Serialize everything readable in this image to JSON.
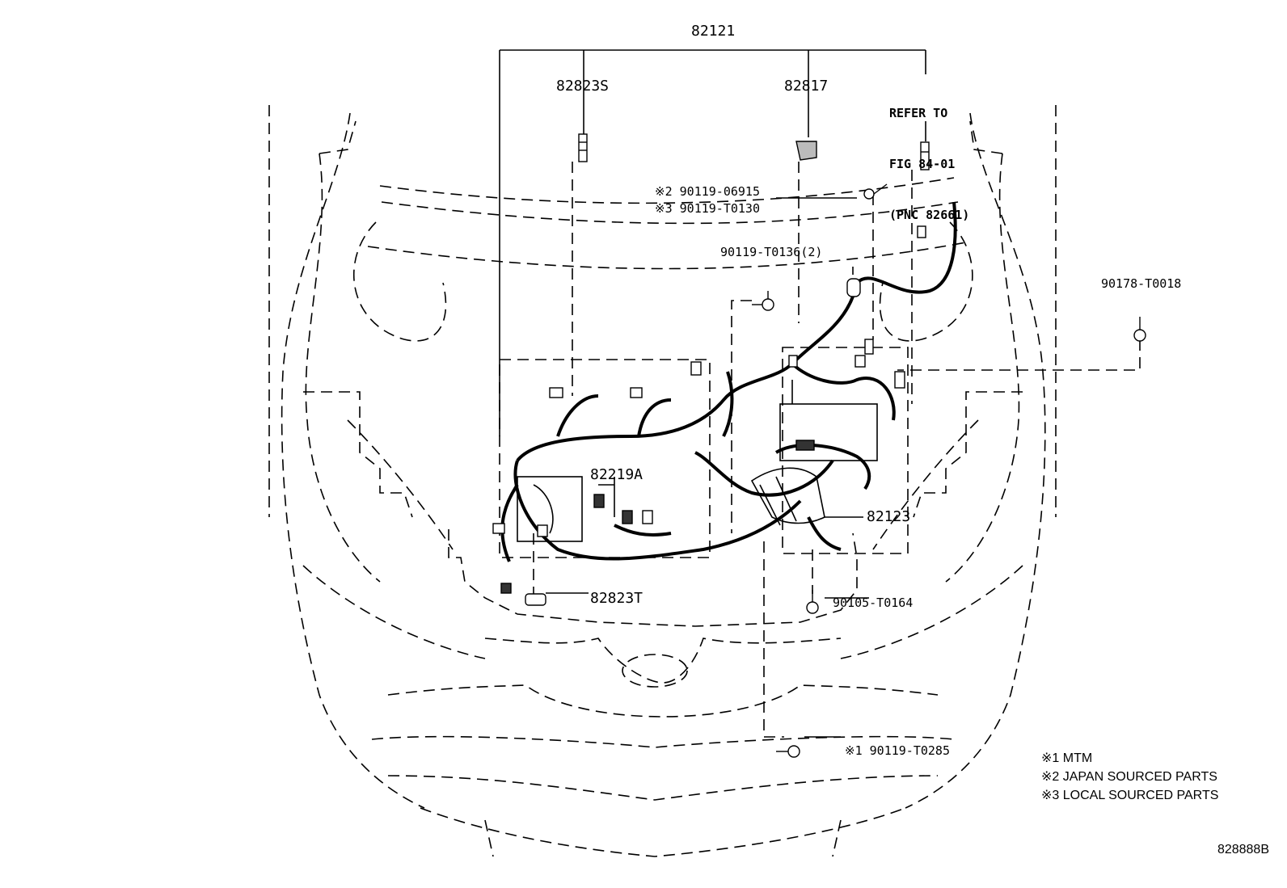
{
  "labels": {
    "harness_main": "82121",
    "clamp_s": "82823S",
    "clip_82817": "82817",
    "refer_line1": "REFER TO",
    "refer_line2": "FIG 84-01",
    "refer_line3": "(PNC 82661)",
    "bolt_jp": "※2 90119-06915",
    "bolt_local": "※3 90119-T0130",
    "bolt_t0136": "90119-T0136(2)",
    "nut_t0018": "90178-T0018",
    "harness_82219a": "82219A",
    "harness_82123": "82123",
    "clamp_t": "82823T",
    "bolt_t0164": "90105-T0164",
    "bolt_t0285": "※1 90119-T0285"
  },
  "legend": {
    "mtm": "※1 MTM",
    "japan": "※2 JAPAN SOURCED PARTS",
    "local": "※3 LOCAL SOURCED PARTS"
  },
  "figure_id": "828888B"
}
